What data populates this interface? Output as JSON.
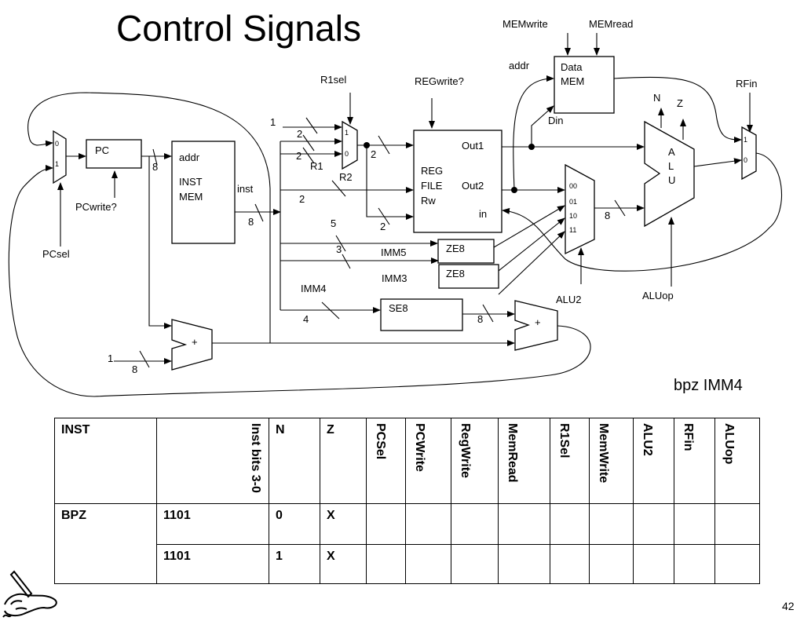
{
  "title": "Control Signals",
  "caption": "bpz IMM4",
  "page_number": "42",
  "diagram": {
    "memwrite": "MEMwrite",
    "memread": "MEMread",
    "addr_top": "addr",
    "data_mem": [
      "Data",
      "MEM"
    ],
    "din": "Din",
    "r1sel": "R1sel",
    "regwrite": "REGwrite?",
    "rfin": "RFin",
    "n": "N",
    "z": "Z",
    "alu": [
      "A",
      "L",
      "U"
    ],
    "one_a": "1",
    "two_a": "2",
    "two_b": "2",
    "r1": "R1",
    "r2": "R2",
    "two_c": "2",
    "out1": "Out1",
    "reg_file": [
      "REG",
      "FILE",
      "Rw"
    ],
    "out2": "Out2",
    "in": "in",
    "pc": "PC",
    "eight_pc": "8",
    "addr_inst": "addr",
    "inst_mem": [
      "INST",
      "MEM"
    ],
    "inst": "inst",
    "eight_inst": "8",
    "two_d": "2",
    "two_e": "2",
    "five": "5",
    "three": "3",
    "imm5": "IMM5",
    "imm3": "IMM3",
    "ze8_a": "ZE8",
    "ze8_b": "ZE8",
    "imm4": "IMM4",
    "four": "4",
    "se8": "SE8",
    "eight_se": "8",
    "eight_alu": "8",
    "alu2": "ALU2",
    "aluop": "ALUop",
    "pcwrite": "PCwrite?",
    "pcsel": "PCsel",
    "one_b": "1",
    "eight_b": "8",
    "plus_a": "+",
    "plus_b": "+",
    "mux_0": "0",
    "mux_1": "1",
    "mux_00": "00",
    "mux_01": "01",
    "mux_10": "10",
    "mux_11": "11"
  },
  "table": {
    "headers": [
      "INST",
      "Inst bits 3-0",
      "N",
      "Z",
      "PCSel",
      "PCWrite",
      "RegWrite",
      "MemRead",
      "R1Sel",
      "MemWrite",
      "ALU2",
      "RFin",
      "ALUop"
    ],
    "rows": [
      [
        "BPZ",
        "1101",
        "0",
        "X",
        "",
        "",
        "",
        "",
        "",
        "",
        "",
        "",
        ""
      ],
      [
        "",
        "1101",
        "1",
        "X",
        "",
        "",
        "",
        "",
        "",
        "",
        "",
        "",
        ""
      ]
    ]
  }
}
